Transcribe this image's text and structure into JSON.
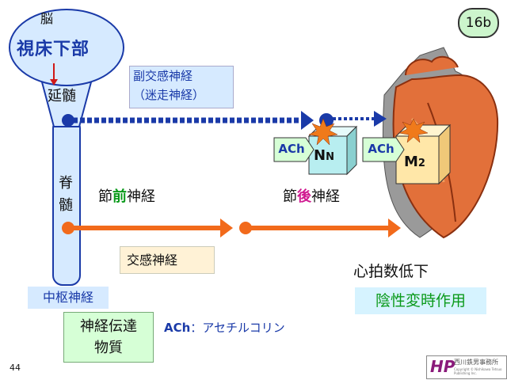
{
  "slide_badge": "16b",
  "brain": {
    "label": "脳",
    "hypothalamus": "視床下部",
    "medulla": "延髄"
  },
  "spinal_cord": {
    "label": "脊髄"
  },
  "parasympathetic": {
    "line1": "副交感神経",
    "line2": "（迷走神経）"
  },
  "preganglionic": {
    "prefix": "節",
    "highlight": "前",
    "suffix": "神経"
  },
  "postganglionic": {
    "prefix": "節",
    "highlight": "後",
    "suffix": "神経"
  },
  "sympathetic_label": "交感神経",
  "cns_label": "中枢神経",
  "receptors": {
    "nicotinic": {
      "ach": "ACh",
      "main": "N",
      "sub": "N"
    },
    "muscarinic": {
      "ach": "ACh",
      "main": "M",
      "sub": "2"
    }
  },
  "effect": {
    "heart_rate": "心拍数低下",
    "chronotropic": "陰性変時作用"
  },
  "neurotransmitter": {
    "line1": "神経伝達",
    "line2": "物質"
  },
  "ach_definition": {
    "abbr": "ACh",
    "sep": "：",
    "name": "アセチルコリン"
  },
  "page_number": "44",
  "logo": {
    "mark": "HP",
    "line1": "西川鉄男事務所",
    "line2": "Copyright © Nishikawa Tetsuo Publishing Inc."
  },
  "colors": {
    "parasympathetic": "#1a3aa8",
    "sympathetic": "#f26a1b",
    "preganglionic_highlight": "#0a9a1a",
    "postganglionic_highlight": "#d01890",
    "heart": "#e2703a"
  }
}
